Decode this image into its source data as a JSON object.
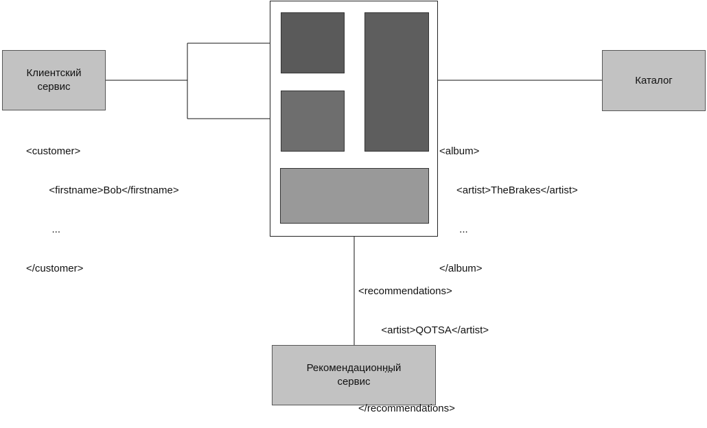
{
  "services": {
    "customer": "Клиентский\nсервис",
    "catalog": "Каталог",
    "recommendation": "Рекомендационный\nсервис"
  },
  "xml": {
    "customer": [
      "<customer>",
      "        <firstname>Bob</firstname>",
      "         ...",
      "</customer>"
    ],
    "album": [
      "<album>",
      "      <artist>TheBrakes</artist>",
      "       ...",
      "</album>"
    ],
    "recommendations": [
      "<recommendations>",
      "        <artist>QOTSA</artist>",
      "         ...",
      "</recommendations>"
    ]
  },
  "colors": {
    "block_dark": "#5a5a5a",
    "block_medium": "#6e6e6e",
    "block_light": "#999999",
    "service_fill": "#c2c2c2"
  }
}
